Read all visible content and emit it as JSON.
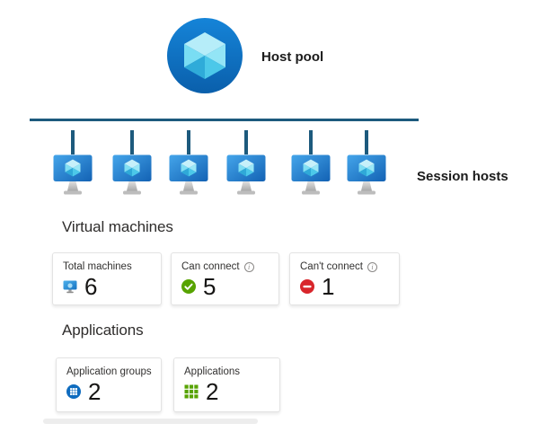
{
  "host_pool": {
    "label": "Host pool",
    "icon": "host-pool-cube-icon"
  },
  "session_hosts": {
    "label": "Session hosts",
    "count": 6,
    "icon": "session-host-monitor-icon"
  },
  "virtual_machines": {
    "title": "Virtual machines",
    "cards": [
      {
        "label": "Total machines",
        "value": "6",
        "icon": "vm-monitor-icon",
        "has_info": false
      },
      {
        "label": "Can connect",
        "value": "5",
        "icon": "check-circle-icon",
        "has_info": true
      },
      {
        "label": "Can't connect",
        "value": "1",
        "icon": "blocked-circle-icon",
        "has_info": true
      }
    ]
  },
  "applications": {
    "title": "Applications",
    "cards": [
      {
        "label": "Application groups",
        "value": "2",
        "icon": "app-group-circle-icon"
      },
      {
        "label": "Applications",
        "value": "2",
        "icon": "app-grid-icon"
      }
    ]
  },
  "glyphs": {
    "info": "i"
  },
  "colors": {
    "accent_blue": "#0f6cbf",
    "cube_light": "#b6edf9",
    "cube_dark": "#2fabd9",
    "connector_teal": "#1d5a7d",
    "status_green": "#57a300",
    "status_red": "#d8252b",
    "card_border": "#e3e3e3",
    "text_dark": "#161514"
  }
}
